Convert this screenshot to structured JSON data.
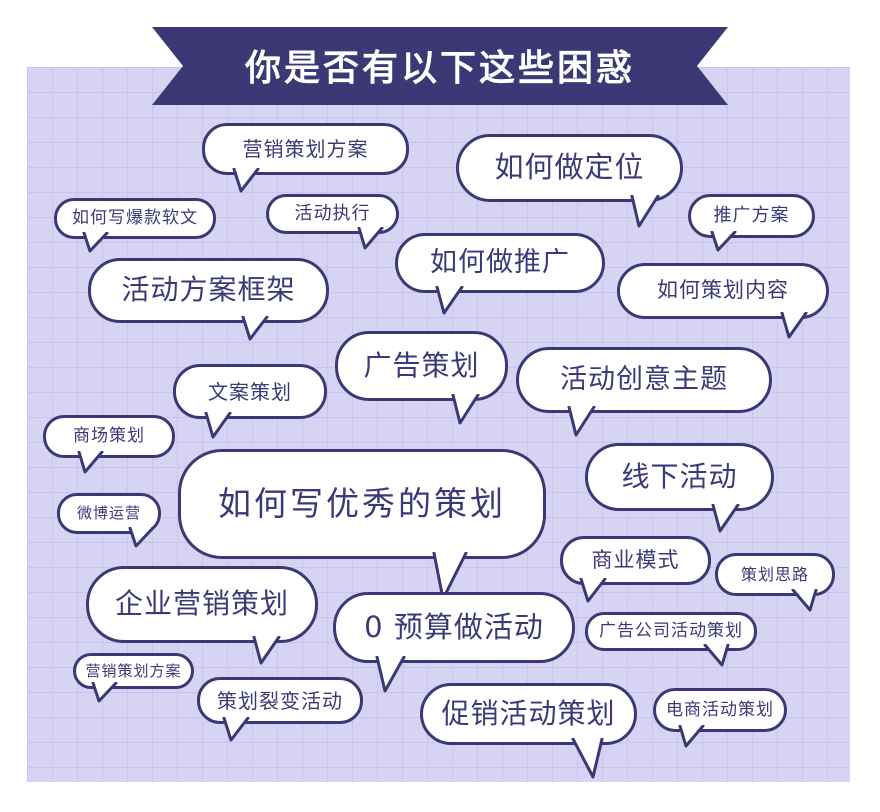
{
  "banner": {
    "title": "你是否有以下这些困惑"
  },
  "bubbles": [
    {
      "label": "营销策划方案"
    },
    {
      "label": "如何做定位"
    },
    {
      "label": "如何写爆款软文"
    },
    {
      "label": "活动执行"
    },
    {
      "label": "推广方案"
    },
    {
      "label": "活动方案框架"
    },
    {
      "label": "如何做推广"
    },
    {
      "label": "如何策划内容"
    },
    {
      "label": "广告策划"
    },
    {
      "label": "文案策划"
    },
    {
      "label": "活动创意主题"
    },
    {
      "label": "商场策划"
    },
    {
      "label": "线下活动"
    },
    {
      "label": "如何写优秀的策划"
    },
    {
      "label": "微博运营"
    },
    {
      "label": "商业模式"
    },
    {
      "label": "策划思路"
    },
    {
      "label": "企业营销策划"
    },
    {
      "label": "0 预算做活动"
    },
    {
      "label": "广告公司活动策划"
    },
    {
      "label": "营销策划方案"
    },
    {
      "label": "策划裂变活动"
    },
    {
      "label": "促销活动策划"
    },
    {
      "label": "电商活动策划"
    }
  ],
  "colors": {
    "page_bg": "#ffffff",
    "panel_bg": "#d7d4f3",
    "grid_line": "#c8c4ee",
    "ribbon_bg": "#3b3875",
    "banner_text": "#ffffff",
    "bubble_fill": "#ffffff",
    "bubble_border": "#3b3876",
    "bubble_text": "#3b3a78"
  }
}
